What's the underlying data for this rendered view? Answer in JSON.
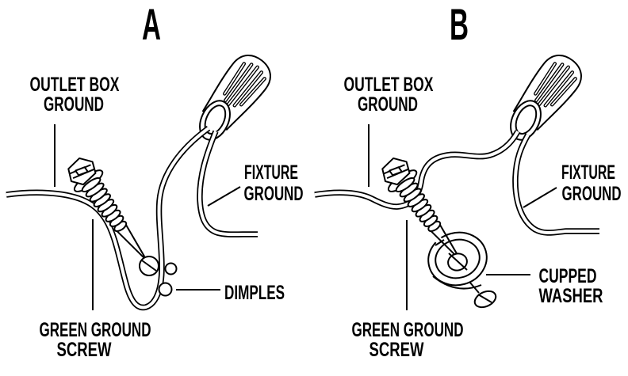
{
  "diagram": {
    "background_color": "#ffffff",
    "line_color": "#000000",
    "panel_a": {
      "title": "A",
      "labels": {
        "outlet_box_ground_line1": "OUTLET BOX",
        "outlet_box_ground_line2": "GROUND",
        "fixture_ground_line1": "FIXTURE",
        "fixture_ground_line2": "GROUND",
        "dimples": "DIMPLES",
        "green_ground_screw_line1": "GREEN GROUND",
        "green_ground_screw_line2": "SCREW"
      }
    },
    "panel_b": {
      "title": "B",
      "labels": {
        "outlet_box_ground_line1": "OUTLET BOX",
        "outlet_box_ground_line2": "GROUND",
        "fixture_ground_line1": "FIXTURE",
        "fixture_ground_line2": "GROUND",
        "cupped_washer_line1": "CUPPED",
        "cupped_washer_line2": "WASHER",
        "green_ground_screw_line1": "GREEN GROUND",
        "green_ground_screw_line2": "SCREW"
      }
    }
  }
}
